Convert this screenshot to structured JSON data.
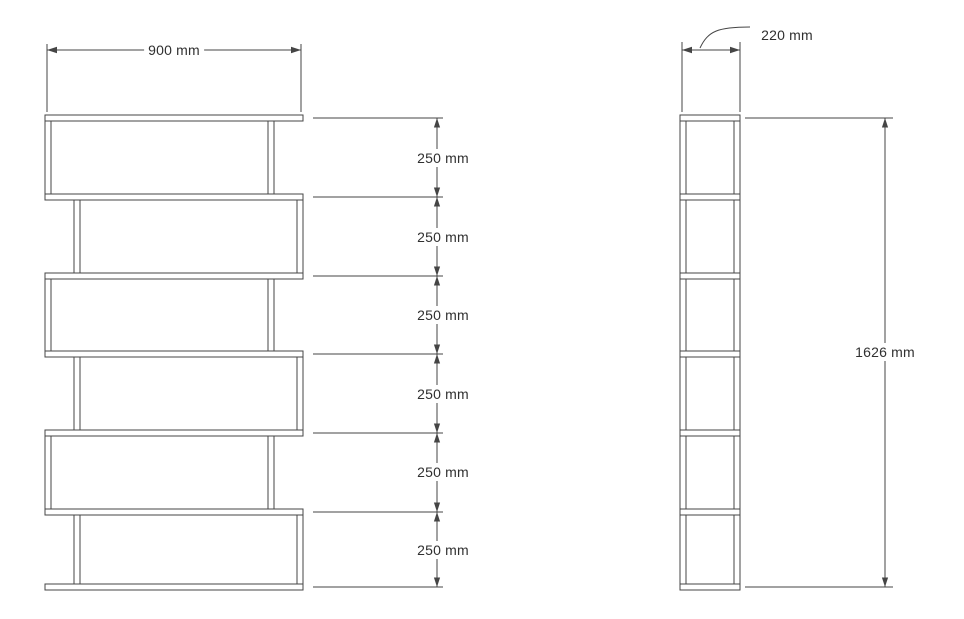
{
  "diagram": {
    "front_view": {
      "width_label": "900 mm",
      "shelf_height_labels": [
        "250 mm",
        "250 mm",
        "250 mm",
        "250 mm",
        "250 mm",
        "250 mm"
      ]
    },
    "side_view": {
      "depth_label": "220 mm",
      "height_label": "1626 mm"
    },
    "colors": {
      "line": "#454545",
      "text": "#303030",
      "background": "#ffffff"
    }
  }
}
